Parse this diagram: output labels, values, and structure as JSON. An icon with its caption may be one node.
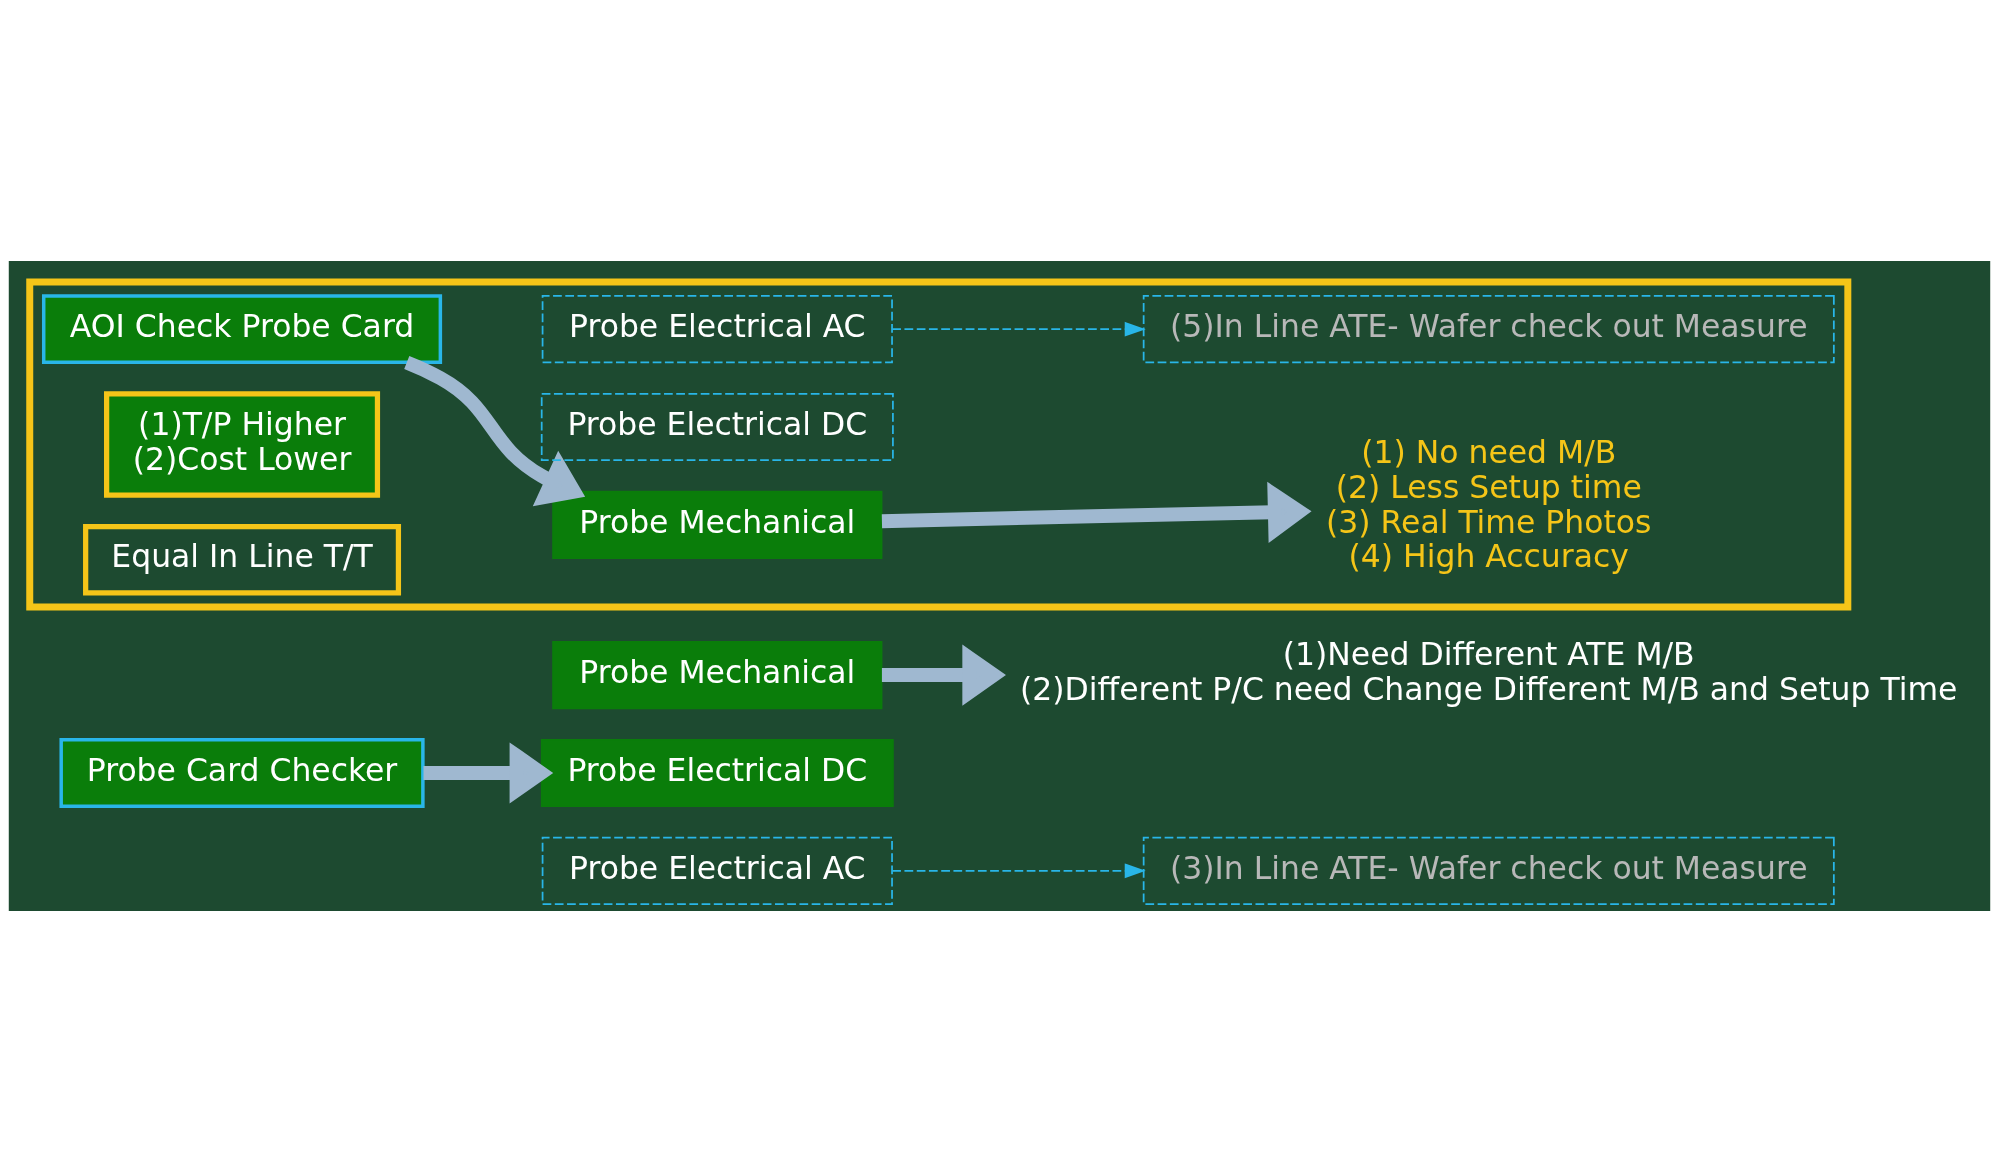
{
  "diagram": {
    "nodes": [
      {
        "text": [
          "Probe Card Checker"
        ]
      },
      {
        "text": [
          "Probe Mechanical"
        ]
      },
      {
        "text": [
          "Probe Electrical DC"
        ]
      },
      {
        "text": [
          "Probe Electrical AC"
        ]
      },
      {
        "text": [
          "(1)Need Different ATE M/B",
          "(2)Different P/C need Change Different M/B and Setup Time"
        ]
      },
      {
        "text": [
          "(3)In Line ATE- Wafer check out Measure"
        ]
      },
      {
        "text": [],
        "shape": "box"
      },
      {
        "text": [
          "AOI Check Probe Card"
        ],
        "in": 6
      },
      {
        "text": [
          "Probe Mechanical"
        ],
        "in": 6
      },
      {
        "text": [
          "Probe Electrical DC"
        ],
        "in": 6
      },
      {
        "text": [
          "Probe Electrical AC"
        ],
        "in": 6
      },
      {
        "text": [
          "(1) No need M/B",
          "(2) Less Setup time",
          "(3) Real Time Photos",
          "(4) High Accuracy"
        ],
        "in": 6
      },
      {
        "text": [
          "(1)T/P Higher",
          "(2)Cost Lower"
        ],
        "in": 6
      },
      {
        "text": [
          "(5)In Line ATE- Wafer check out Measure"
        ],
        "in": 6
      },
      {
        "text": [
          "Equal In Line T/T"
        ],
        "in": 6
      }
    ],
    "edges": [
      {
        "from": 0,
        "to": 2,
        "arrow": "to"
      },
      {
        "from": 1,
        "to": 4,
        "arrow": "to"
      },
      {
        "from": 3,
        "to": 5,
        "arrow": "to",
        "style": "dashed",
        "color": "#29b6e8"
      },
      {
        "from": 7,
        "to": 8,
        "arrow": "to"
      },
      {
        "from": 8,
        "to": 11,
        "arrow": "to"
      },
      {
        "from": 10,
        "to": 13,
        "arrow": "to",
        "style": "dashed",
        "color": "#29b6e8"
      }
    ]
  }
}
